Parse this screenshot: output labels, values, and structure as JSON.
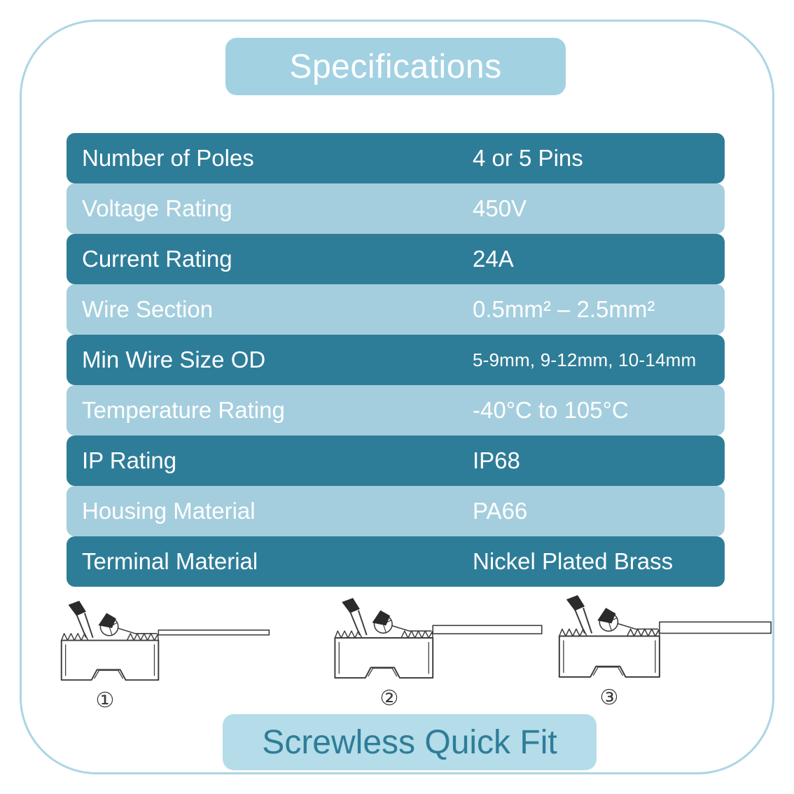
{
  "header": {
    "title": "Specifications"
  },
  "spec_table": {
    "rows": [
      {
        "label": "Number of Poles",
        "value": "4 or 5 Pins"
      },
      {
        "label": "Voltage Rating",
        "value": "450V"
      },
      {
        "label": "Current Rating",
        "value": "24A"
      },
      {
        "label": "Wire Section",
        "value": "0.5mm² – 2.5mm²"
      },
      {
        "label": "Min Wire Size OD",
        "value": "5-9mm, 9-12mm, 10-14mm"
      },
      {
        "label": "Temperature Rating",
        "value": "-40°C to 105°C"
      },
      {
        "label": "IP Rating",
        "value": "IP68"
      },
      {
        "label": "Housing Material",
        "value": "PA66"
      },
      {
        "label": "Terminal Material",
        "value": "Nickel Plated Brass"
      }
    ]
  },
  "diagrams": {
    "labels": [
      "①",
      "②",
      "③"
    ]
  },
  "footer": {
    "label": "Screwless Quick Fit"
  },
  "colors": {
    "row_dark": "#2e7d98",
    "row_light": "#a4cedd",
    "title_banner_bg": "#a2d1e2",
    "footer_banner_bg": "#b4dce9",
    "frame_border": "#abd6e3",
    "teal_text": "#2e7d98",
    "drawing_line": "#3d3d3d"
  }
}
